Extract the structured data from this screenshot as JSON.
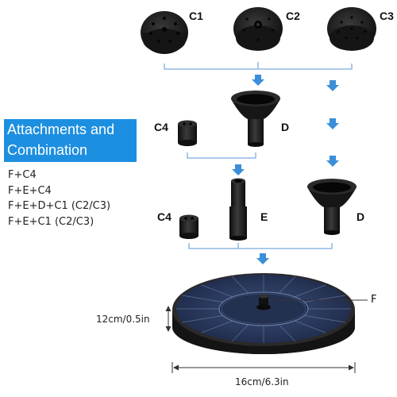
{
  "labels": {
    "c1": "C1",
    "c2": "C2",
    "c3": "C3",
    "c4_top": "C4",
    "c4_bottom": "C4",
    "d_top": "D",
    "d_bottom": "D",
    "e": "E",
    "f": "F"
  },
  "title": [
    "Attachments and",
    "Combination"
  ],
  "combinations": [
    "F+C4",
    "F+E+C4",
    "F+E+D+C1 (C2/C3)",
    "F+E+C1 (C2/C3)"
  ],
  "dimensions": {
    "height": "12cm/0.5in",
    "diameter": "16cm/6.3in"
  },
  "colors": {
    "title_bg": "#1d8fe0",
    "arrow": "#3a8fd8",
    "bracket": "#8fb8e4",
    "part": "#1c1c1c"
  }
}
